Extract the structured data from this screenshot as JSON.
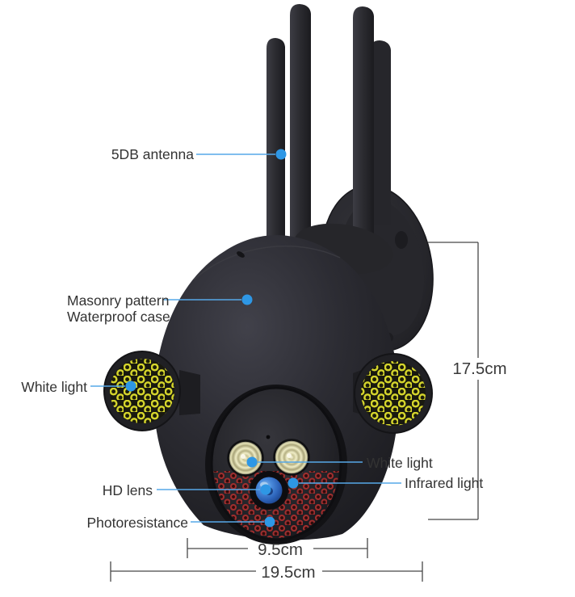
{
  "product_view": {
    "type": "annotated-product-diagram",
    "subject": "outdoor PTZ security camera with floodlights and antennas"
  },
  "labels": {
    "antenna": "5DB antenna",
    "case_line1": "Masonry pattern",
    "case_line2": "Waterproof case",
    "white_light_left": "White light",
    "white_light_right": "White light",
    "infrared_light": "Infrared light",
    "hd_lens": "HD lens",
    "photoresistance": "Photoresistance"
  },
  "dimensions": {
    "height": "17.5cm",
    "lens_body_width": "9.5cm",
    "total_width": "19.5cm"
  },
  "colors": {
    "background": "#ffffff",
    "callout_line": "#56a8e8",
    "callout_dot": "#2e97e5",
    "dimension_line": "#474747",
    "label_text": "#333333",
    "camera_body": "#2a2a2e",
    "floodlight_led_yellow": "#d4d42c",
    "infrared_led_red": "#9e2e2e",
    "spotlight_ring": "#efecc8",
    "lens_blue": "#3c7fd8"
  }
}
